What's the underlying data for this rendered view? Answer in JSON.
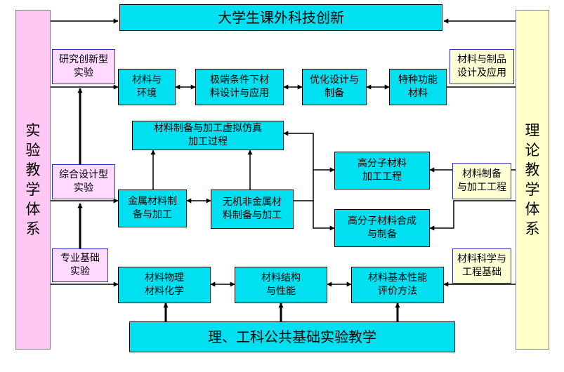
{
  "diagram": {
    "top_title": "大学生课外科技创新",
    "bottom_title": "理、工科公共基础实验教学",
    "left_system": "实\n验\n教\n学\n体\n系",
    "right_system": "理\n论\n教\n学\n体\n系",
    "left_labels": {
      "research": "研究创新型\n实验",
      "comprehensive": "综合设计型\n实验",
      "basic": "专业基础\n实验"
    },
    "right_labels": {
      "products": "材料与制品\n设计及应用",
      "processing": "材料制备\n与加工工程",
      "science": "材料科学与\n工程基础"
    },
    "row1": {
      "env": "材料与\n环境",
      "extreme": "极端条件下材\n料设计与应用",
      "optimize": "优化设计与\n制备",
      "special": "特种功能\n材料"
    },
    "row2": {
      "virtual": "材料制备与加工虚拟仿真\n加工过程",
      "metal": "金属材料制\n备与加工",
      "inorganic": "无机非金属材\n料制备与加工",
      "polymer_proc": "高分子材料\n加工工程",
      "polymer_syn": "高分子材料合成\n与制备"
    },
    "row3": {
      "physics": "材料物理\n材料化学",
      "structure": "材料结构\n与性能",
      "testing": "材料基本性能\n评价方法"
    }
  }
}
